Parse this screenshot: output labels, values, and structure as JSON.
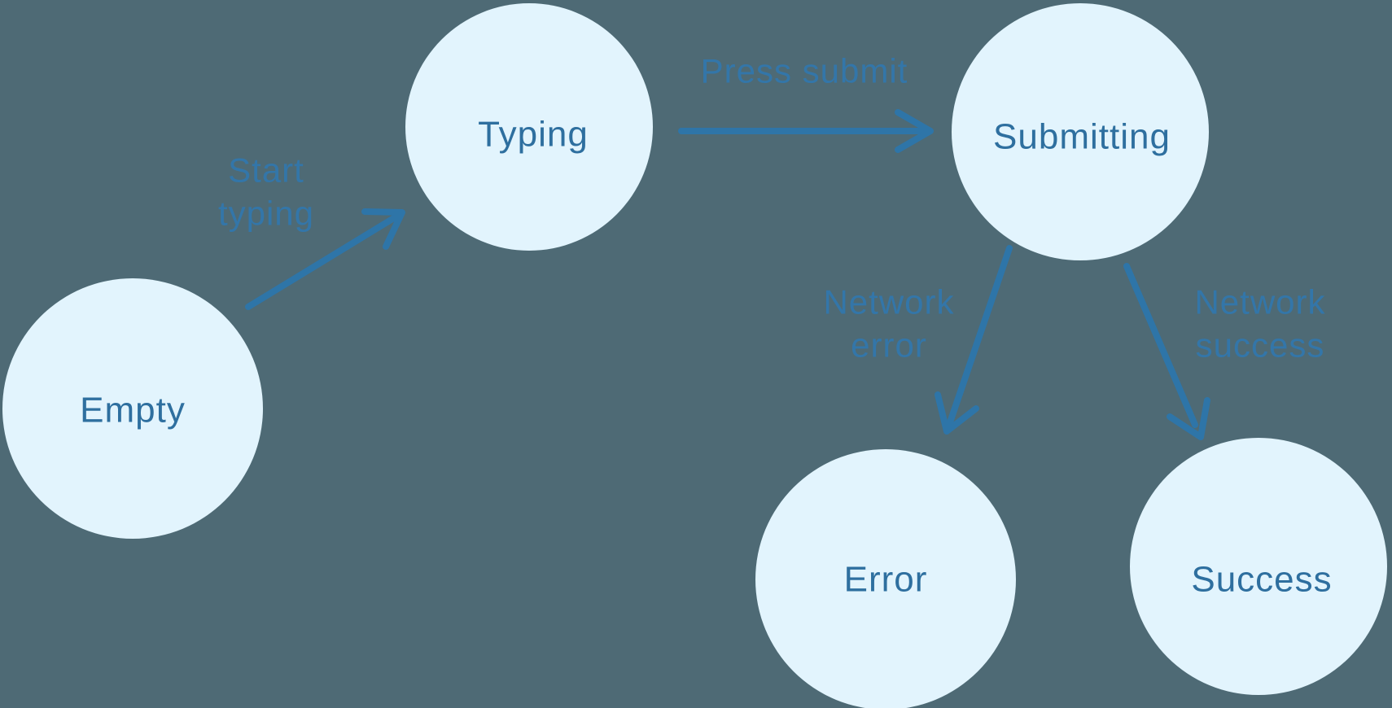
{
  "colors": {
    "background": "#4e6a75",
    "node_fill": "#e2f4fd",
    "node_text": "#2e6f9f",
    "edge_line": "#2e75a8",
    "edge_label": "#3277ac"
  },
  "diagram": {
    "type": "state-machine",
    "nodes": [
      {
        "id": "empty",
        "label": "Empty"
      },
      {
        "id": "typing",
        "label": "Typing"
      },
      {
        "id": "submitting",
        "label": "Submitting"
      },
      {
        "id": "error",
        "label": "Error"
      },
      {
        "id": "success",
        "label": "Success"
      }
    ],
    "edges": [
      {
        "from": "Empty",
        "to": "Typing",
        "label": "Start typing",
        "label_line1": "Start",
        "label_line2": "typing"
      },
      {
        "from": "Typing",
        "to": "Submitting",
        "label": "Press submit",
        "label_line1": "Press submit",
        "label_line2": ""
      },
      {
        "from": "Submitting",
        "to": "Error",
        "label": "Network error",
        "label_line1": "Network",
        "label_line2": "error"
      },
      {
        "from": "Submitting",
        "to": "Success",
        "label": "Network success",
        "label_line1": "Network",
        "label_line2": "success"
      }
    ]
  }
}
